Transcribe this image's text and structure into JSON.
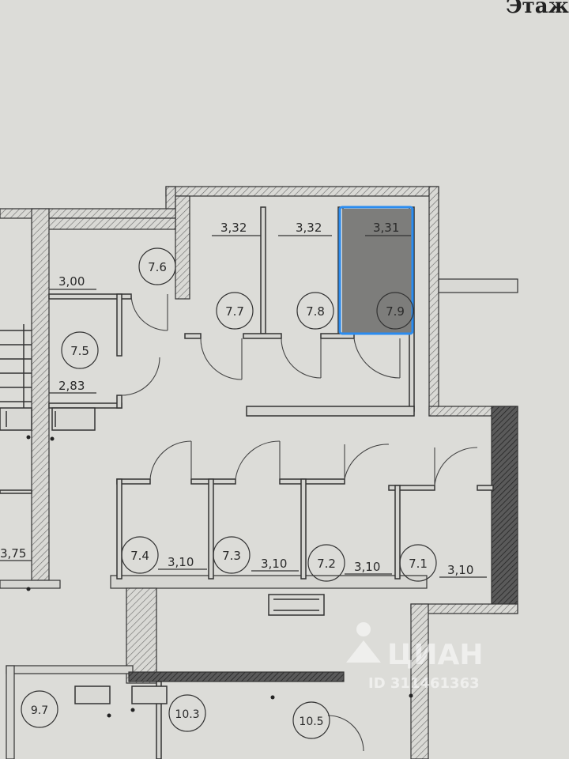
{
  "header": {
    "floor_title": "Этаж"
  },
  "rooms": {
    "r7_1": "7.1",
    "r7_2": "7.2",
    "r7_3": "7.3",
    "r7_4": "7.4",
    "r7_5": "7.5",
    "r7_6": "7.6",
    "r7_7": "7.7",
    "r7_8": "7.8",
    "r7_9": "7.9",
    "r9_7": "9.7",
    "r10_3": "10.3",
    "r10_5": "10.5"
  },
  "areas": {
    "a3_00": "3,00",
    "a2_83": "2,83",
    "a3_32_left": "3,32",
    "a3_32_right": "3,32",
    "a3_31": "3,31",
    "a3_10_74": "3,10",
    "a3_10_73": "3,10",
    "a3_10_72": "3,10",
    "a3_10_71": "3,10",
    "a3_75": "3,75"
  },
  "highlight": {
    "room": "7.9",
    "color": "#2a8cf0"
  },
  "watermark": {
    "brand": "ЦИАН",
    "id_text": "ID 311461363"
  },
  "colors": {
    "paper": "#dcdcd8",
    "wall": "#3a3a3a",
    "hatch": "#5a5a5a",
    "selected_fill": "#7b7b7b"
  }
}
